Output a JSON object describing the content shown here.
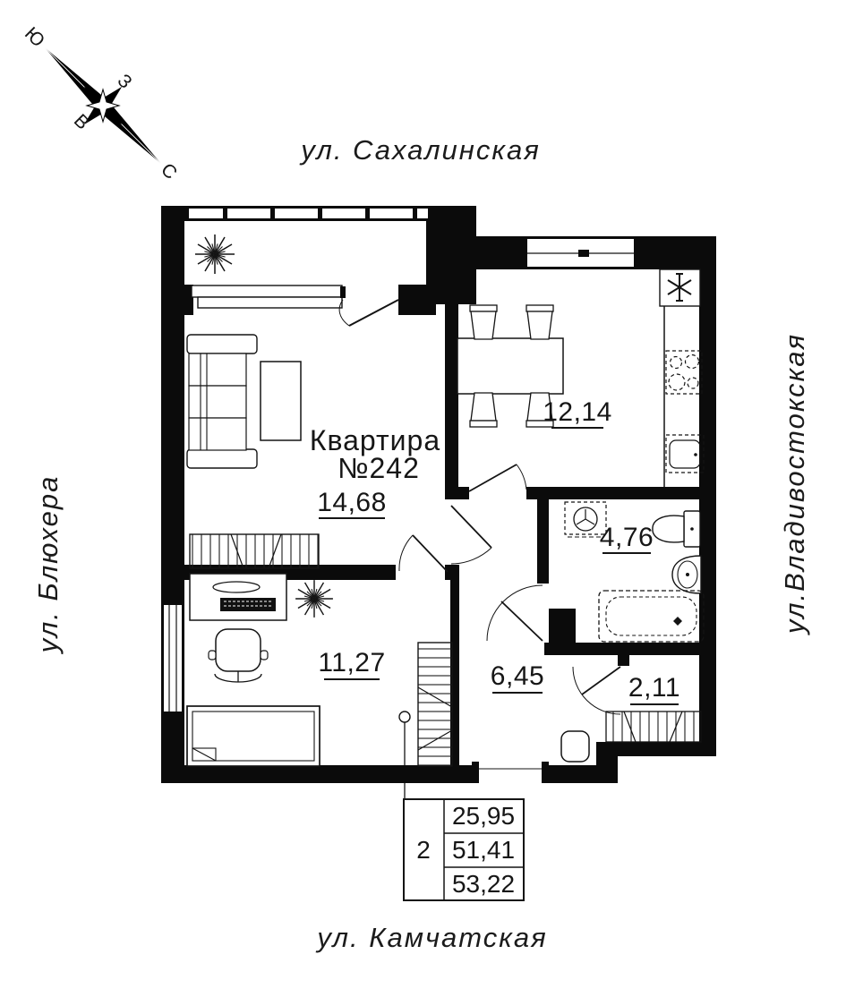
{
  "streets": {
    "top": "ул. Сахалинская",
    "left": "ул. Блюхера",
    "right": "ул.Владивостокская",
    "bottom": "ул. Камчатская"
  },
  "compass": {
    "north": "С",
    "south": "Ю",
    "west": "З",
    "east": "В"
  },
  "apartment": {
    "label": "Квартира",
    "number": "№242"
  },
  "rooms": {
    "living_room": "14,68",
    "kitchen": "12,14",
    "bathroom": "4,76",
    "hallway": "6,45",
    "closet": "2,11",
    "bedroom": "11,27"
  },
  "info_table": {
    "rooms_count": "2",
    "rows": [
      "25,95",
      "51,41",
      "53,22"
    ]
  },
  "icons": {
    "vent": "✳",
    "plant": "❋"
  },
  "colors": {
    "wall": "#0b0b0b",
    "line": "#141414",
    "background": "#ffffff"
  }
}
